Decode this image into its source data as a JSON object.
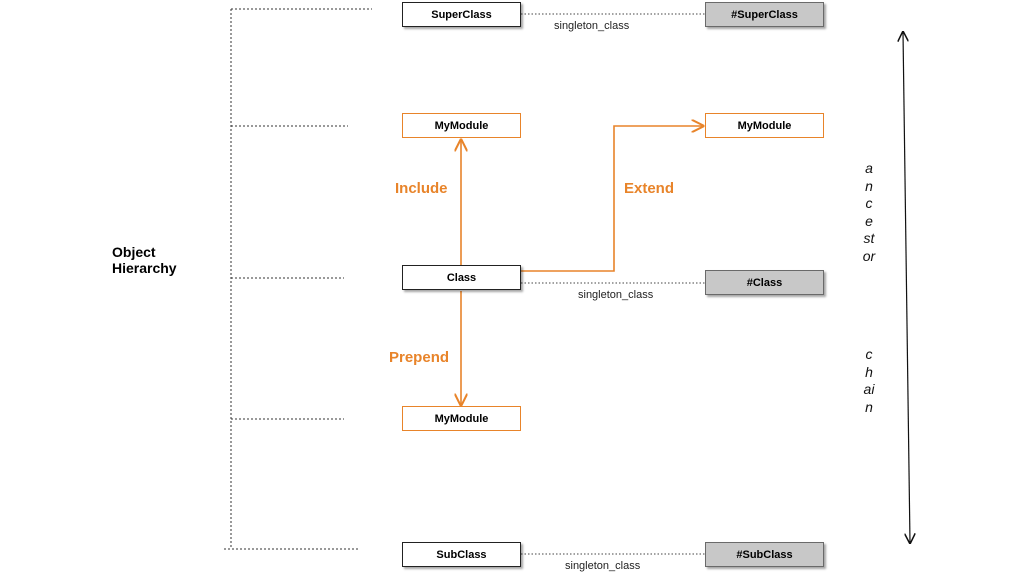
{
  "hierarchy_label_line1": "Object",
  "hierarchy_label_line2": "Hierarchy",
  "classes": {
    "superclass": "SuperClass",
    "module_included": "MyModule",
    "class": "Class",
    "module_prepended": "MyModule",
    "subclass": "SubClass"
  },
  "singletons": {
    "superclass": "#SuperClass",
    "module_extended": "MyModule",
    "class": "#Class",
    "subclass": "#SubClass"
  },
  "relations": {
    "include": "Include",
    "extend": "Extend",
    "prepend": "Prepend",
    "singleton_link": "singleton_class"
  },
  "ancestor_chain": {
    "word1": "ancestor",
    "word2": "chain"
  },
  "colors": {
    "accent": "#e8842a",
    "singleton_fill": "#c8c8c8",
    "line": "#222222"
  }
}
